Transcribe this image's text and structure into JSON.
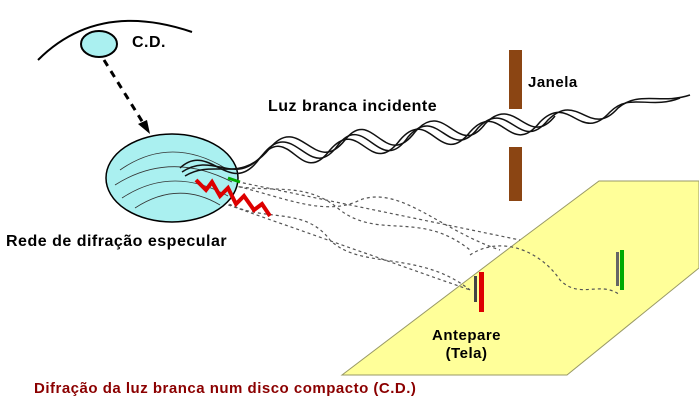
{
  "labels": {
    "cd": "C.D.",
    "janela": "Janela",
    "luz_branca": "Luz branca incidente",
    "rede": "Rede de difração especular",
    "antepare_line1": "Antepare",
    "antepare_line2": "(Tela)"
  },
  "caption": "Difração da luz branca num disco compacto (C.D.)",
  "colors": {
    "disc_fill": "#aaf0f0",
    "window_frame": "#8b4513",
    "screen_fill": "#ffff99",
    "caption_text": "#8b0000",
    "spectrum_red": "#dd0000",
    "spectrum_green": "#00aa00"
  }
}
